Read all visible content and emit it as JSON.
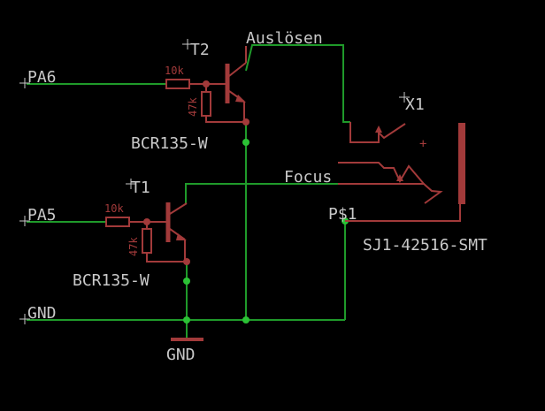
{
  "colors": {
    "background": "#000000",
    "wire": "#1f9a2a",
    "component": "#a23a3a",
    "text": "#c9c9c9",
    "junction": "#2bc235"
  },
  "nets": {
    "pa6": "PA6",
    "pa5": "PA5",
    "gnd": "GND",
    "gnd_symbol": "GND",
    "ausloesen": "Auslösen",
    "focus": "Focus",
    "ps1": "P$1"
  },
  "components": {
    "t2": {
      "ref": "T2",
      "value": "BCR135-W",
      "r_base": "10k",
      "r_be": "47k"
    },
    "t1": {
      "ref": "T1",
      "value": "BCR135-W",
      "r_base": "10k",
      "r_be": "47k"
    },
    "x1": {
      "ref": "X1",
      "value": "SJ1-42516-SMT",
      "plus": "+"
    }
  }
}
